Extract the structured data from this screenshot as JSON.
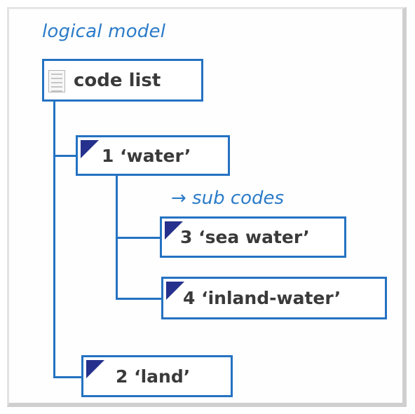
{
  "diagram": {
    "title": "logical model",
    "subcodes_label": "→ sub codes",
    "nodes": {
      "root": {
        "label": "code list",
        "icon": "document-icon"
      },
      "water": {
        "label": "1 ‘water’"
      },
      "sea_water": {
        "label": "3 ‘sea water’"
      },
      "inland_water": {
        "label": "4 ‘inland-water’"
      },
      "land": {
        "label": "2 ‘land’"
      }
    },
    "colors": {
      "accent": "#2472c2",
      "corner_marker": "#25318c",
      "title": "#2b7bc8"
    }
  }
}
